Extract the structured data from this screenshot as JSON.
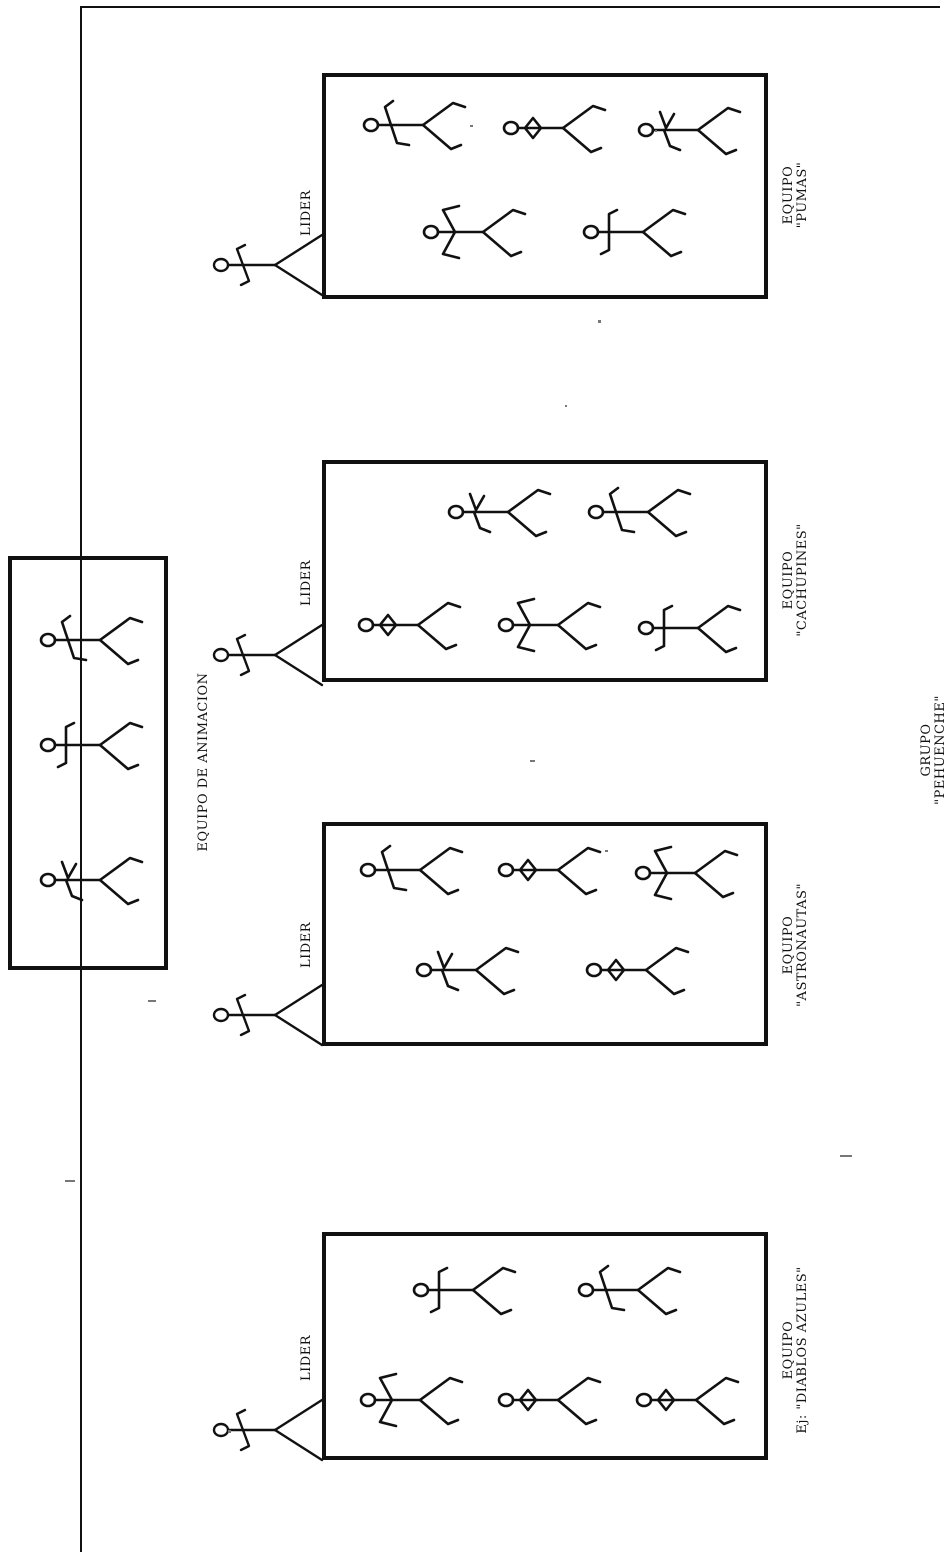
{
  "animation_team": {
    "label": "EQUIPO DE ANIMACION"
  },
  "group": {
    "line1": "GRUPO",
    "line2": "\"PEHUENCHE\""
  },
  "leader_label": "LIDER",
  "teams": [
    {
      "id": "pumas",
      "line1": "EQUIPO",
      "line2": "\"PUMAS\""
    },
    {
      "id": "cachupines",
      "line1": "EQUIPO",
      "line2": "\"CACHUPINES\""
    },
    {
      "id": "astronautas",
      "line1": "EQUIPO",
      "line2": "\"ASTRONAUTAS\""
    },
    {
      "id": "diablos-azules",
      "line1": "EQUIPO",
      "line2": "Ej: \"DIABLOS AZULES\""
    }
  ],
  "figure_icon": "stick-figure-icon",
  "colors": {
    "ink": "#111111",
    "paper": "#ffffff"
  }
}
